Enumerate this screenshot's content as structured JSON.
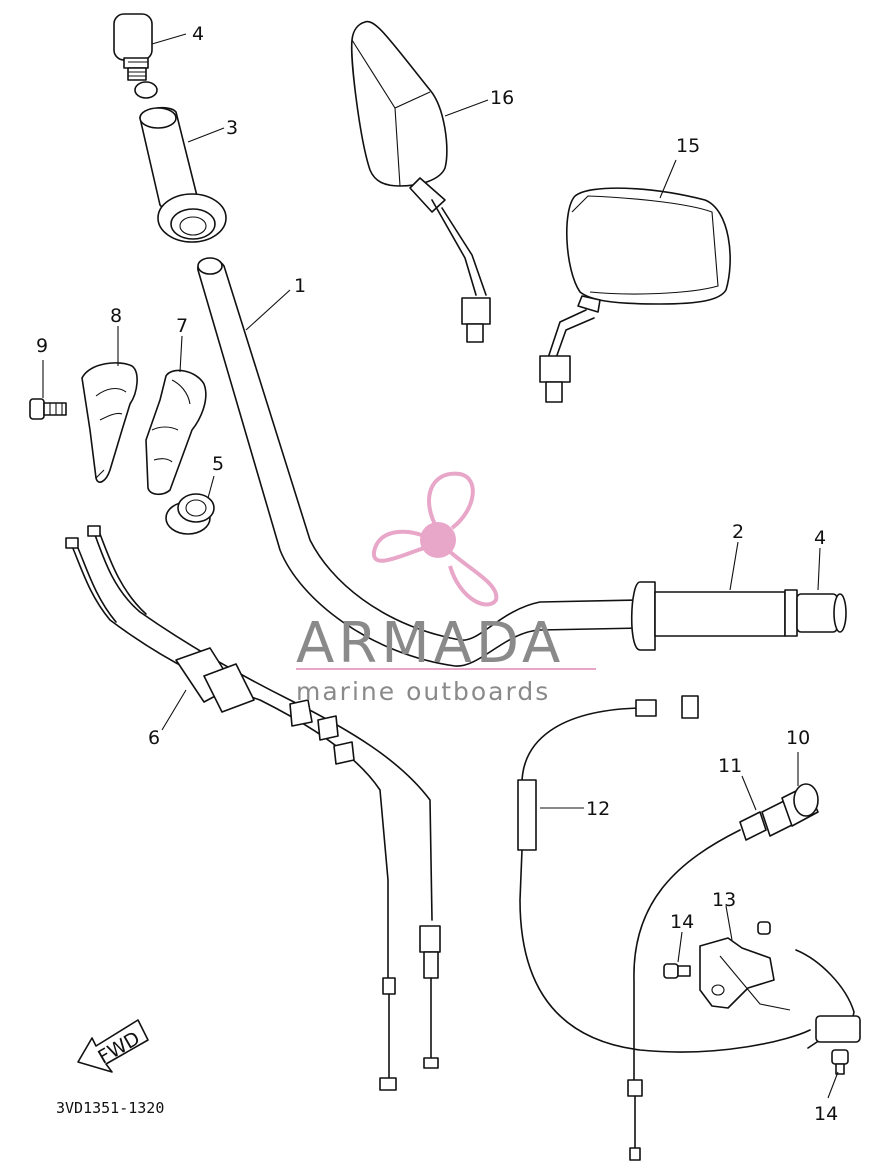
{
  "callouts": {
    "c1": "1",
    "c2": "2",
    "c3": "3",
    "c4a": "4",
    "c4b": "4",
    "c5": "5",
    "c6": "6",
    "c7": "7",
    "c8": "8",
    "c9": "9",
    "c10": "10",
    "c11": "11",
    "c12": "12",
    "c13": "13",
    "c14a": "14",
    "c14b": "14",
    "c15": "15",
    "c16": "16"
  },
  "fwd_label": "FWD",
  "diagram_code": "3VD1351-1320",
  "watermark": {
    "brand": "ARMADA",
    "tagline": "marine outboards",
    "color": "#e8a6c8"
  }
}
